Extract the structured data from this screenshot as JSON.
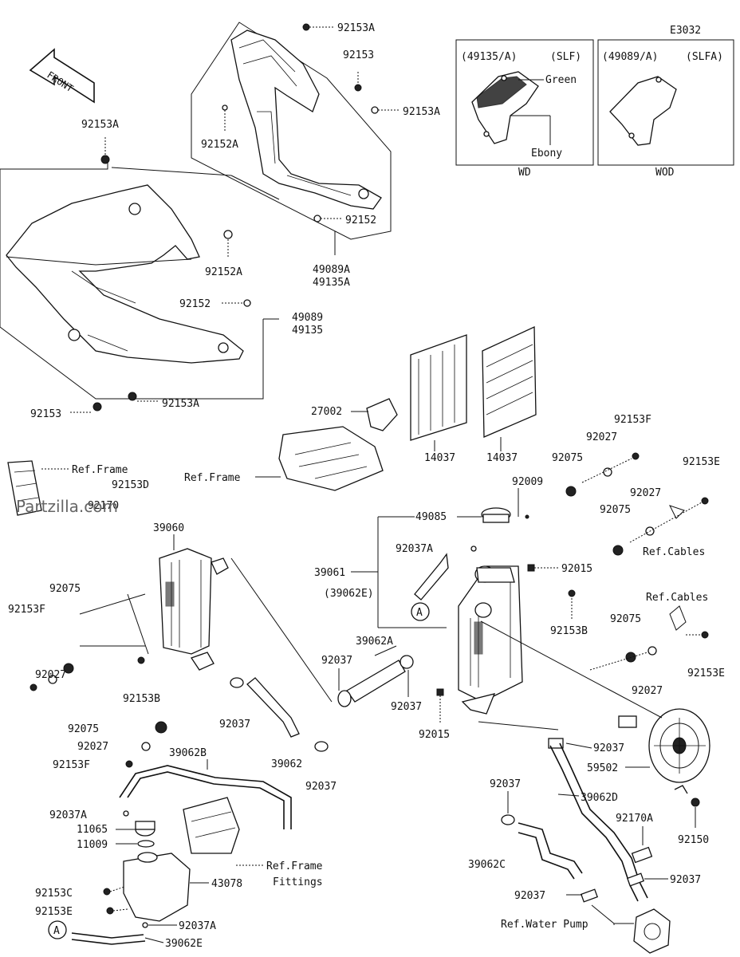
{
  "diagram_code": "E3032",
  "front_label": "FRONT",
  "watermark": "Partzilla.com",
  "variants": [
    {
      "code": "(49135/A)",
      "color_code": "(SLF)",
      "color1": "Green",
      "color2": "Ebony",
      "caption": "WD"
    },
    {
      "code": "(49089/A)",
      "color_code": "(SLFA)",
      "caption": "WOD"
    }
  ],
  "labels": {
    "p92153A_1": "92153A",
    "p92153_1": "92153",
    "p92153A_2": "92153A",
    "p92152A_1": "92152A",
    "p92152_1": "92152",
    "p49089A": "49089A",
    "p49135A": "49135A",
    "p92153A_3": "92153A",
    "p92152A_2": "92152A",
    "p92152_2": "92152",
    "p49089": "49089",
    "p49135": "49135",
    "p92153_2": "92153",
    "p92153A_4": "92153A",
    "p27002": "27002",
    "refFrame1": "Ref.Frame",
    "refFrame2": "Ref.Frame",
    "p92153D": "92153D",
    "p92170": "92170",
    "p14037_1": "14037",
    "p14037_2": "14037",
    "p92153F_1": "92153F",
    "p92027_1": "92027",
    "p92075_1": "92075",
    "p92009": "92009",
    "p92153E_1": "92153E",
    "p92027_2": "92027",
    "p92075_2": "92075",
    "refCables1": "Ref.Cables",
    "p49085": "49085",
    "p92037A_1": "92037A",
    "p39061": "39061",
    "p39062E_1": "(39062E)",
    "p92015_1": "92015",
    "p92153B_1": "92153B",
    "refCables2": "Ref.Cables",
    "p92075_3": "92075",
    "p92153E_2": "92153E",
    "p92027_3": "92027",
    "p39060": "39060",
    "p92075_4": "92075",
    "p92153F_2": "92153F",
    "p92027_4": "92027",
    "p92153B_2": "92153B",
    "p39062A": "39062A",
    "p92037_1": "92037",
    "p92037_2": "92037",
    "p92015_2": "92015",
    "p92075_5": "92075",
    "p92037_3": "92037",
    "p92027_5": "92027",
    "p92153F_3": "92153F",
    "p39062": "39062",
    "p92037_4": "92037",
    "p92037_5": "92037",
    "p59502": "59502",
    "p39062B": "39062B",
    "p92037A_2": "92037A",
    "p11065": "11065",
    "p11009": "11009",
    "refFrameFit": "Ref.Frame",
    "fittings": "Fittings",
    "p43078": "43078",
    "p92153C": "92153C",
    "p92153E_3": "92153E",
    "p92037A_3": "92037A",
    "p39062E_2": "39062E",
    "p92037_6": "92037",
    "p39062D": "39062D",
    "p92170A": "92170A",
    "p92150": "92150",
    "p39062C": "39062C",
    "p92037_7": "92037",
    "p92037_8": "92037",
    "refWaterPump": "Ref.Water Pump",
    "markerA": "A"
  }
}
